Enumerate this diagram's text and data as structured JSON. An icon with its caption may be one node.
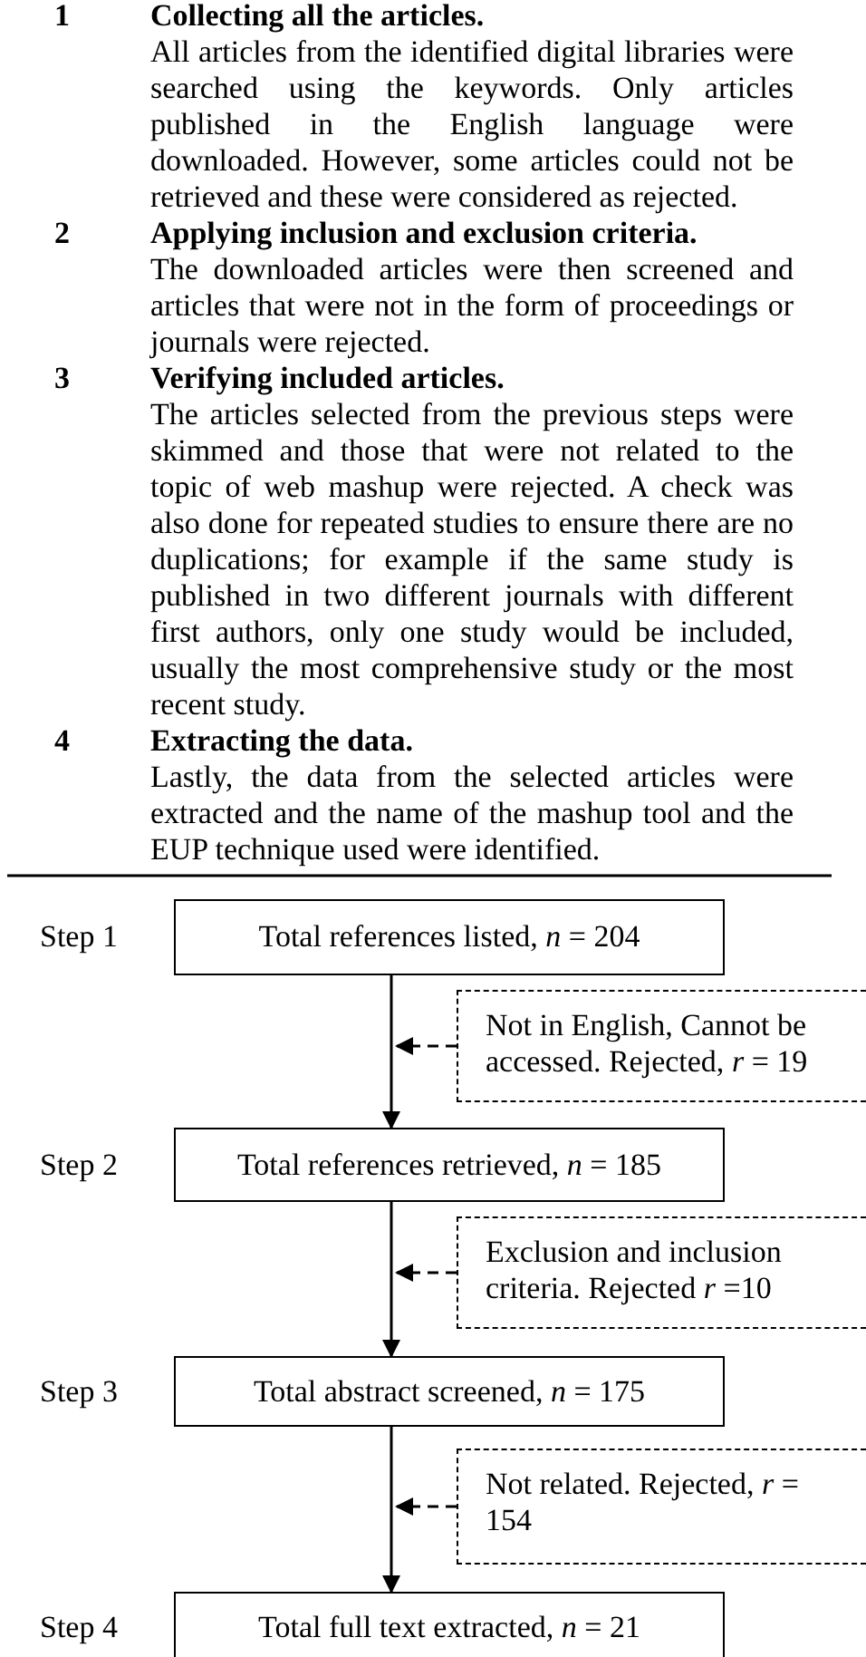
{
  "diagram": {
    "nodes": [
      {
        "text": [
          "Total references listed, *n* = 204"
        ],
        "beside": [
          "Step 1"
        ]
      },
      {
        "text": [
          "Total references retrieved, *n* = 185"
        ],
        "beside": [
          "Step 2"
        ]
      },
      {
        "text": [
          "Total abstract screened, *n* = 175"
        ],
        "beside": [
          "Step 3"
        ]
      },
      {
        "text": [
          "Total full text extracted, *n* = 21"
        ],
        "beside": [
          "Step 4"
        ]
      },
      {
        "text": [
          "Not in English, Cannot be accessed. Rejected, *r* = 19"
        ]
      },
      {
        "text": [
          "Exclusion and inclusion criteria. Rejected *r* =10"
        ]
      },
      {
        "text": [
          "Not related. Rejected, *r* = 154"
        ]
      }
    ],
    "edges": [
      {
        "from": 0,
        "to": 1,
        "arrow": "to"
      },
      {
        "from": 1,
        "to": 2,
        "arrow": "to"
      },
      {
        "from": 2,
        "to": 3,
        "arrow": "to"
      },
      {
        "from": 4,
        "to": null,
        "arrow": "to",
        "style": "dashed"
      },
      {
        "from": 5,
        "to": null,
        "arrow": "to",
        "style": "dashed"
      },
      {
        "from": 6,
        "to": null,
        "arrow": "to",
        "style": "dashed"
      }
    ],
    "labels": [
      "1",
      "Collecting all the articles.",
      "All articles from the identified digital libraries were searched using the keywords. Only articles published in the English language were downloaded. However, some articles could not be retrieved and these were considered as rejected.",
      "2",
      "Applying inclusion and exclusion criteria.",
      "The downloaded articles were then screened and articles that were not in the form of proceedings or journals were rejected.",
      "3",
      "Verifying included articles.",
      "The articles selected from the previous steps were skimmed and those that were not related to the topic of web mashup were rejected. A check was also done for repeated studies to ensure there are no duplications; for example if the same study is published in two different journals with different first authors, only one study would be included, usually the most comprehensive study or the most recent study.",
      "4",
      "Extracting the data.",
      "Lastly, the data from the selected articles were extracted and the name of the mashup tool and the EUP technique used were identified."
    ]
  }
}
